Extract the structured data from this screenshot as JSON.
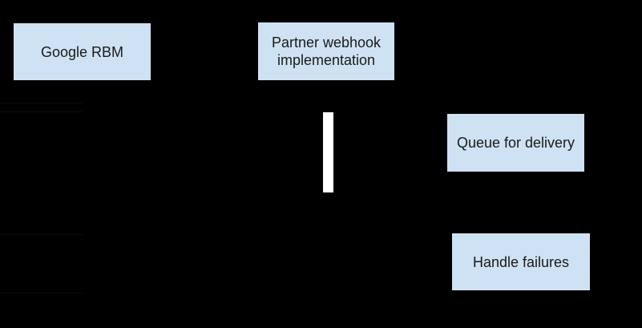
{
  "diagram": {
    "background_color": "#000000",
    "node_fill_color": "#cfe2f3",
    "node_text_color": "#1a1a1a",
    "activation_bar_color": "#ffffff",
    "nodes": [
      {
        "name": "google-rbm",
        "label": "Google RBM"
      },
      {
        "name": "partner-webhook-implementation",
        "label": "Partner webhook implementation"
      },
      {
        "name": "queue-for-delivery",
        "label": "Queue for delivery"
      },
      {
        "name": "handle-failures",
        "label": "Handle failures"
      }
    ]
  }
}
